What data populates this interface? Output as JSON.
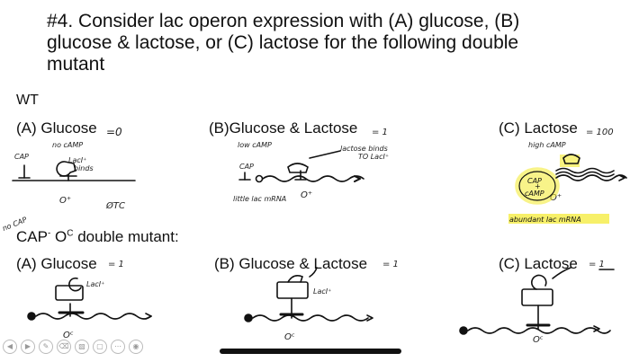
{
  "question": {
    "lines": [
      "#4. Consider lac operon expression with (A) glucose, (B)",
      "glucose & lactose, or (C) lactose for the following double",
      "mutant"
    ]
  },
  "wt": {
    "label": "WT",
    "a": {
      "heading": "(A) Glucose",
      "value": "=0",
      "no_camp": "no cAMP",
      "cap": "CAP",
      "laci": "LacI⁺",
      "binds": "binds",
      "operator": "O⁺",
      "tc": "ØTC"
    },
    "b": {
      "heading": "(B)Glucose & Lactose",
      "value": "= 1",
      "low_camp": "low cAMP",
      "lactose_binds": "lactose binds",
      "to_laci": "TO LacI⁺",
      "cap": "CAP",
      "operator": "O⁺",
      "little_mrna": "little lac mRNA"
    },
    "c": {
      "heading": "(C) Lactose",
      "value": "= 100",
      "high_camp": "high cAMP",
      "cap": "CAP",
      "plus": "+",
      "camp": "cAMP",
      "operator": "O⁺",
      "abundant_mrna": "abundant lac mRNA"
    }
  },
  "mutant": {
    "no_cap": "no CAP",
    "title_prefix": "CAP",
    "title_sup1": "-",
    "title_mid": " O",
    "title_sup2": "C",
    "title_suffix": " double mutant:",
    "a": {
      "heading": "(A) Glucose",
      "value": "= 1",
      "laci": "LacI⁺",
      "operator": "Oᶜ"
    },
    "b": {
      "heading": "(B) Glucose & Lactose",
      "value": "= 1",
      "laci": "LacI⁺",
      "operator": "Oᶜ"
    },
    "c": {
      "heading": "(C) Lactose",
      "value": "= 1",
      "operator": "Oᶜ"
    }
  },
  "toolbar": {
    "icons": [
      "back-icon",
      "forward-icon",
      "pen-icon",
      "eraser-icon",
      "highlighter-icon",
      "shape-icon",
      "more-icon",
      "color-icon"
    ]
  },
  "colors": {
    "highlight": "#f4ea2a",
    "ink": "#111111"
  }
}
